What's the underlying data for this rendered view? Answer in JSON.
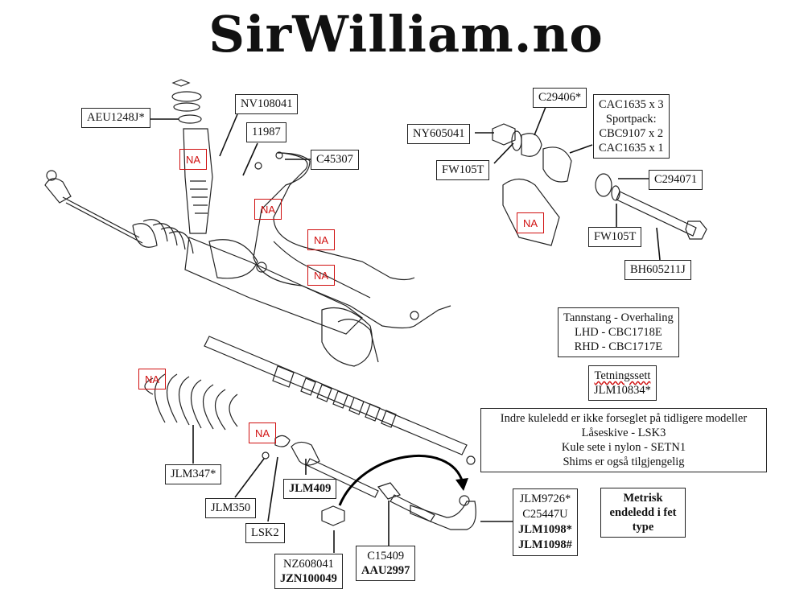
{
  "title": "SirWilliam.no",
  "na_label": "NA",
  "labels": {
    "aeu1248j": "AEU1248J*",
    "nv108041": "NV108041",
    "p11987": "11987",
    "c45307": "C45307",
    "c29406": "C29406*",
    "ny605041": "NY605041",
    "fw105t_a": "FW105T",
    "cac_line1": "CAC1635 x 3",
    "cac_line2": "Sportpack:",
    "cac_line3": "CBC9107 x 2",
    "cac_line4": "CAC1635 x 1",
    "c294071": "C294071",
    "fw105t_b": "FW105T",
    "bh605211j": "BH605211J",
    "overhaul_line1": "Tannstang - Overhaling",
    "overhaul_line2": "LHD - CBC1718E",
    "overhaul_line3": "RHD - CBC1717E",
    "seal_line1": "Tetningssett",
    "seal_line2": "JLM10834*",
    "note_line1": "Indre kuleledd er ikke forseglet på tidligere modeller",
    "note_line2": "Låseskive - LSK3",
    "note_line3": "Kule sete i nylon - SETN1",
    "note_line4": "Shims er også tilgjengelig",
    "jlm347": "JLM347*",
    "jlm350": "JLM350",
    "lsk2": "LSK2",
    "jlm409": "JLM409",
    "nz_line1": "NZ608041",
    "nz_line2": "JZN100049",
    "c15409_line1": "C15409",
    "c15409_line2": "AAU2997",
    "jlm_line1": "JLM9726*",
    "jlm_line2": "C25447U",
    "jlm_line3": "JLM1098*",
    "jlm_line4": "JLM1098#",
    "metric_line1": "Metrisk",
    "metric_line2": "endeledd i fet",
    "metric_line3": "type"
  }
}
